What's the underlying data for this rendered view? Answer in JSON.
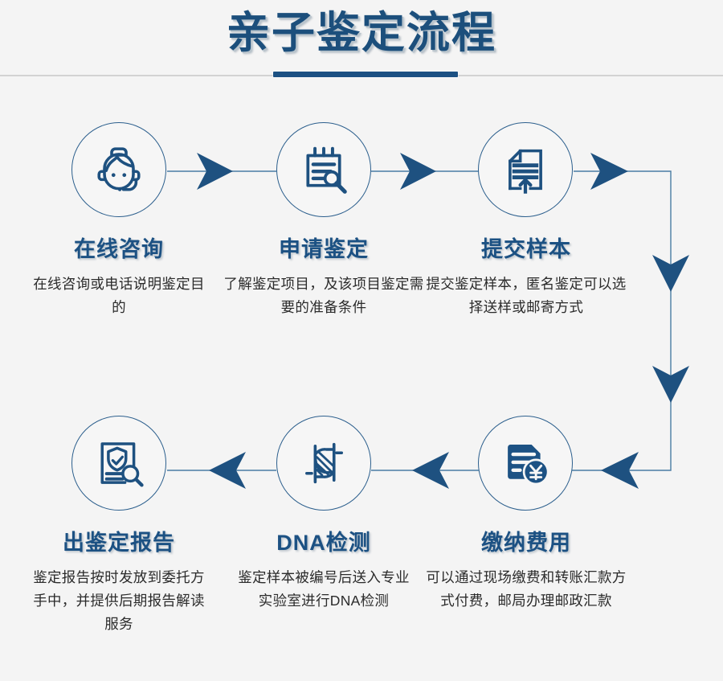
{
  "header": {
    "title": "亲子鉴定流程",
    "accent_color": "#1c5183",
    "divider_color": "#d2d2d2"
  },
  "theme": {
    "background": "#f4f4f4",
    "primary": "#1c5183",
    "icon_stroke": "#1e5180",
    "arrow_fill": "#1e5180",
    "line_color": "#4a7ca3",
    "body_text": "#2b2b2b"
  },
  "steps": [
    {
      "index": "1",
      "icon": "headset-operator-icon",
      "title": "在线咨询",
      "desc": "在线咨询或电话说明鉴定目的"
    },
    {
      "index": "2",
      "icon": "clipboard-magnifier-icon",
      "title": "申请鉴定",
      "desc": "了解鉴定项目，及该项目鉴定需要的准备条件"
    },
    {
      "index": "3",
      "icon": "document-upload-icon",
      "title": "提交样本",
      "desc": "提交鉴定样本，匿名鉴定可以选择送样或邮寄方式"
    },
    {
      "index": "4",
      "icon": "invoice-yuan-icon",
      "title": "缴纳费用",
      "desc": "可以通过现场缴费和转账汇款方式付费，邮局办理邮政汇款"
    },
    {
      "index": "5",
      "icon": "dna-helix-icon",
      "title": "DNA检测",
      "desc": "鉴定样本被编号后送入专业实验室进行DNA检测"
    },
    {
      "index": "6",
      "icon": "report-shield-magnifier-icon",
      "title": "出鉴定报告",
      "desc": "鉴定报告按时发放到委托方手中，并提供后期报告解读服务"
    }
  ],
  "connectors": [
    {
      "name": "arrow-step1-to-step2",
      "direction": "right"
    },
    {
      "name": "arrow-step2-to-step3",
      "direction": "right"
    },
    {
      "name": "arrow-step3-to-corner",
      "direction": "right"
    },
    {
      "name": "arrow-right-rail-upper",
      "direction": "down"
    },
    {
      "name": "arrow-right-rail-lower",
      "direction": "down"
    },
    {
      "name": "arrow-corner-to-step4",
      "direction": "left"
    },
    {
      "name": "arrow-step4-to-step5",
      "direction": "left"
    },
    {
      "name": "arrow-step5-to-step6",
      "direction": "left"
    }
  ]
}
